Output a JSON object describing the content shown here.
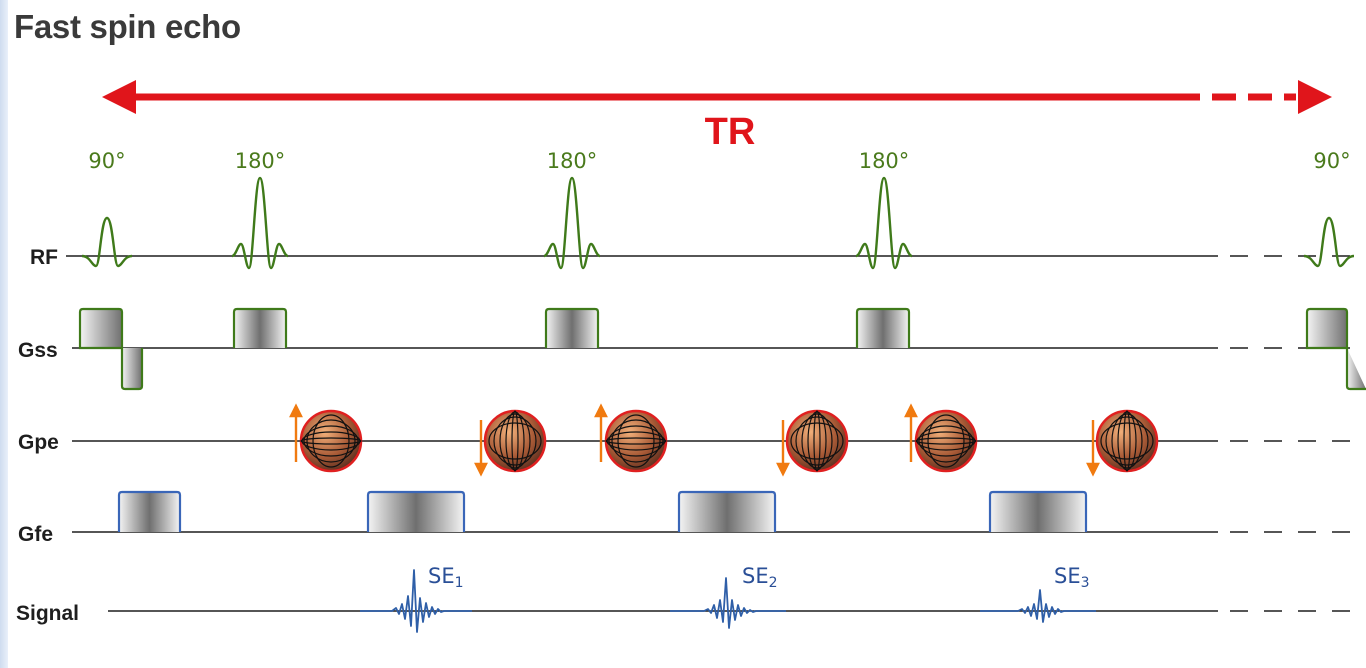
{
  "title": "Fast spin echo",
  "tr_label": "TR",
  "rows": {
    "rf": "RF",
    "gss": "Gss",
    "gpe": "Gpe",
    "gfe": "Gfe",
    "signal": "Signal"
  },
  "pulse_angles": [
    "90°",
    "180°",
    "180°",
    "180°",
    "90°"
  ],
  "echoes": [
    {
      "label": "SE",
      "sub": "1"
    },
    {
      "label": "SE",
      "sub": "2"
    },
    {
      "label": "SE",
      "sub": "3"
    }
  ],
  "colors": {
    "tr_arrow": "#e0151b",
    "rf_pulse": "#3f7a1a",
    "gss_outline": "#3f7a1a",
    "gfe_outline": "#3a66b8",
    "signal": "#2f5fa8",
    "phase_arrow": "#f07a10",
    "phase_blip_rim": "#e02020"
  }
}
